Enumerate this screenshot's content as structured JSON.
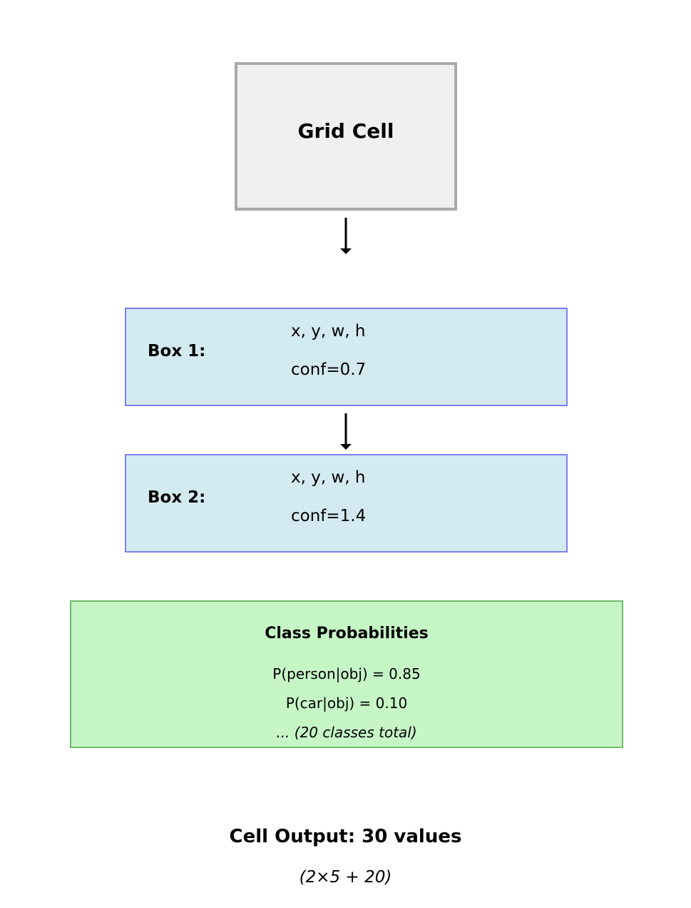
{
  "diagram": {
    "grid_cell": {
      "title": "Grid Cell",
      "fill": "#f0f0f0",
      "border": "#aaaaaa"
    },
    "boxes": [
      {
        "label": "Box 1:",
        "coords": "x, y, w, h",
        "confidence": "conf=0.7"
      },
      {
        "label": "Box 2:",
        "coords": "x, y, w, h",
        "confidence": "conf=1.4"
      }
    ],
    "box_colors": {
      "fill": "#d4eaf1",
      "border": "#7f7ff2"
    },
    "class_probabilities": {
      "heading": "Class Probabilities",
      "items": [
        "P(person|obj) = 0.85",
        "P(car|obj) = 0.10",
        "... (20 classes total)"
      ],
      "fill": "#c6f6c6",
      "border": "#6dbb6d"
    },
    "output": {
      "title": "Cell Output: 30 values",
      "formula": "(2×5 + 20)"
    }
  }
}
